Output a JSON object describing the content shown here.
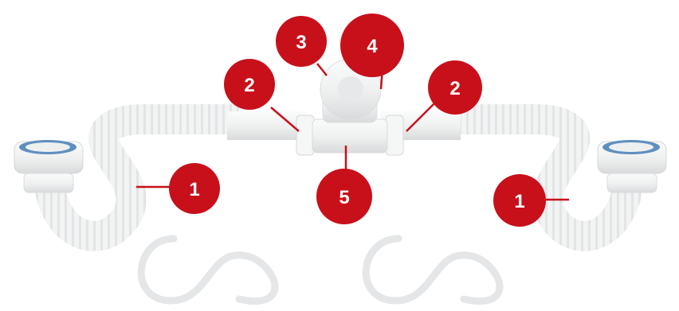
{
  "diagram": {
    "subject": "flexible-double-bowl-sink-siphon",
    "callout_color": "#c8101a",
    "callout_text_color": "#ffffff",
    "pipe_color": "#f1f2f2",
    "pipe_shadow_color": "#d9dbdc",
    "seal_color": "#5f8fc0",
    "callouts": [
      {
        "id": "left-trap",
        "label": "1"
      },
      {
        "id": "left-nut",
        "label": "2"
      },
      {
        "id": "tee-top-left",
        "label": "3"
      },
      {
        "id": "tee-top-right",
        "label": "4"
      },
      {
        "id": "right-nut",
        "label": "2"
      },
      {
        "id": "tee-body",
        "label": "5"
      },
      {
        "id": "right-trap",
        "label": "1"
      }
    ]
  }
}
